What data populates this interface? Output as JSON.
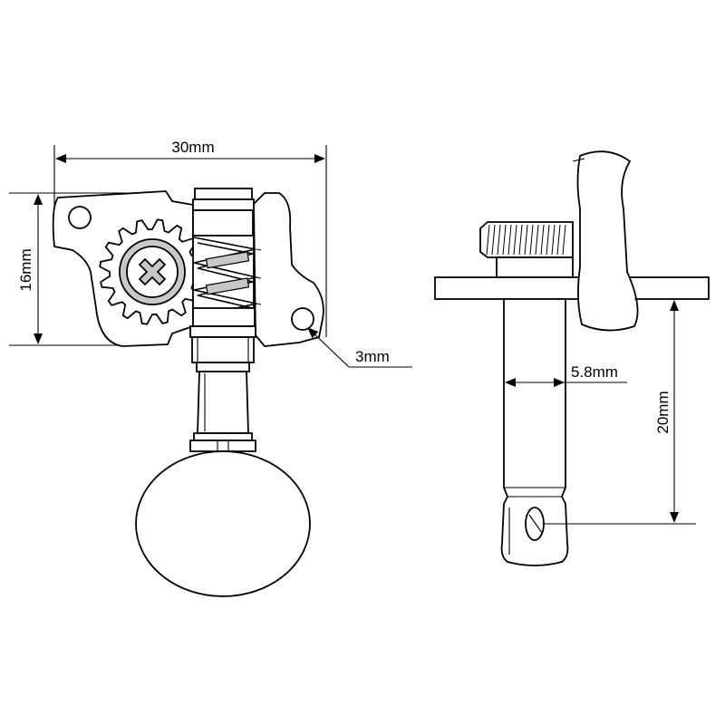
{
  "dimensions": {
    "width_30": "30mm",
    "height_16": "16mm",
    "hole_3": "3mm",
    "shaft_5_8": "5.8mm",
    "post_20": "20mm"
  },
  "colors": {
    "line": "#000000",
    "background": "#ffffff",
    "metal_shade": "#c8c8c8"
  }
}
